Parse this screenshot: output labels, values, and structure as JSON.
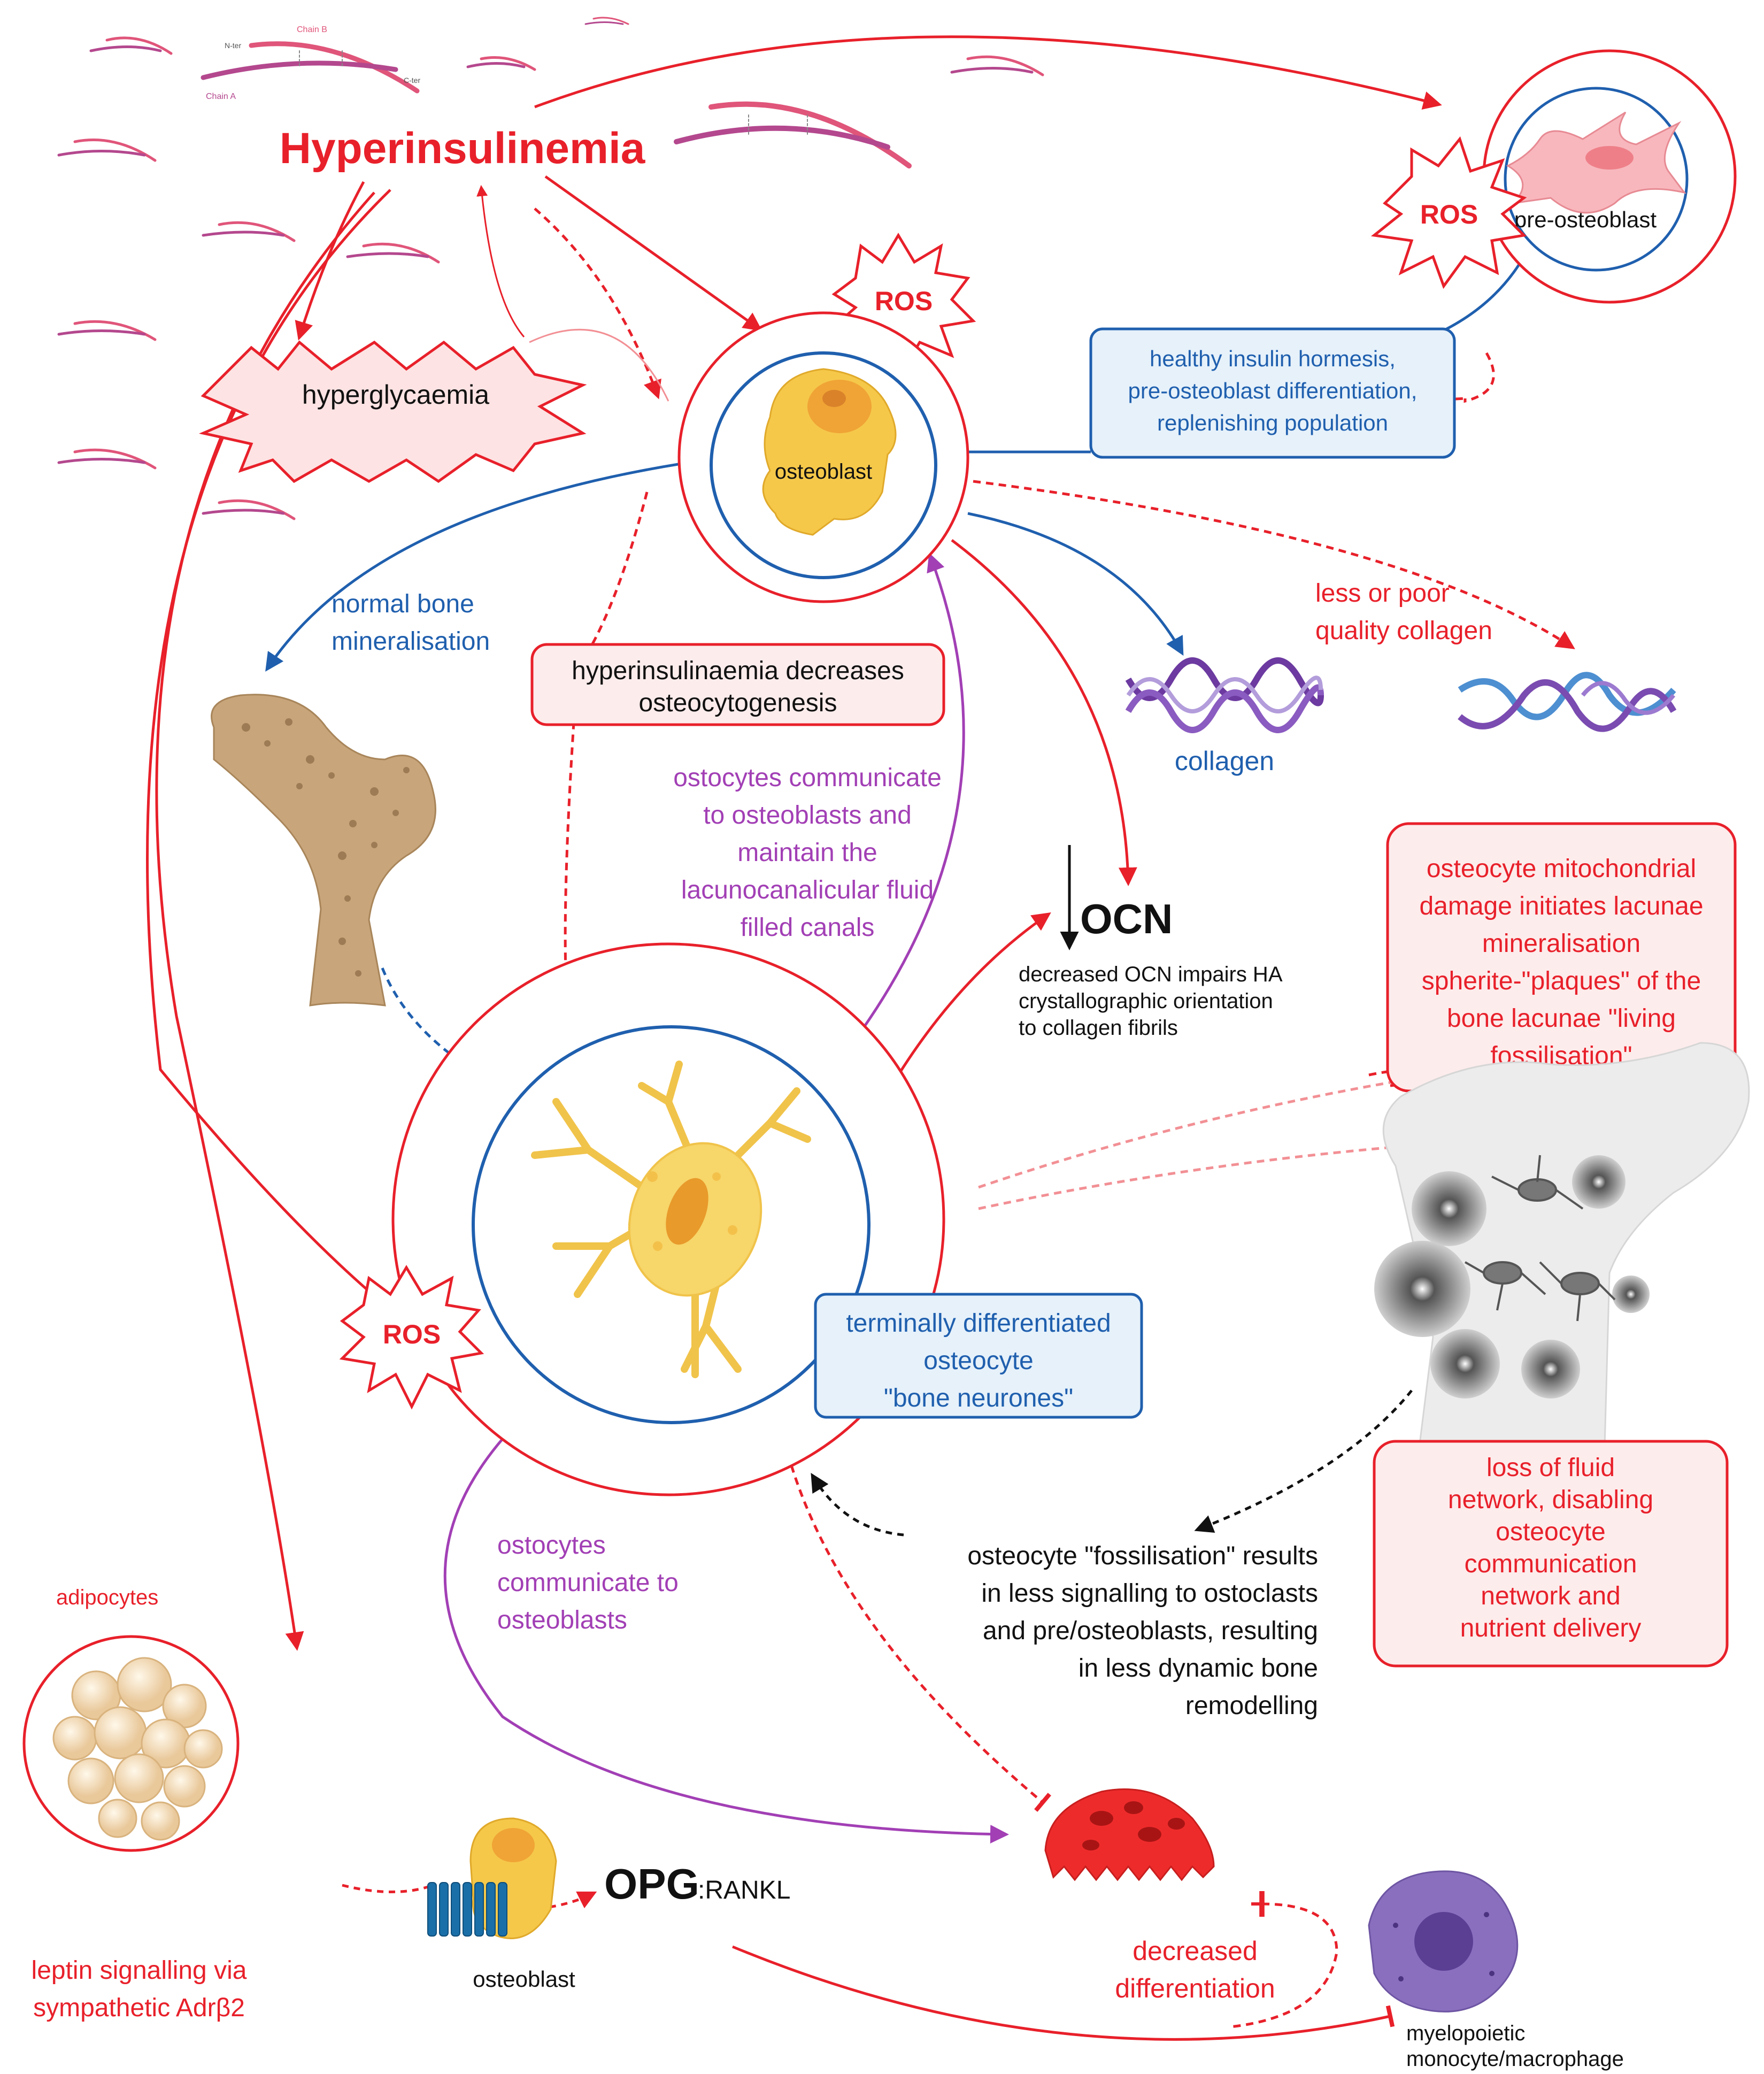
{
  "colors": {
    "red": "#e8202a",
    "blue": "#1f5fae",
    "purple": "#a23fb5",
    "black": "#111111",
    "osteoblast_yellow": "#f5c84a",
    "osteocyte_yellow": "#f7d66a",
    "nucleus_orange": "#e89a2a",
    "preosteoblast_pink": "#f8b7bd",
    "box_red_fill": "#fdecec",
    "box_blue_fill": "#e6f1fa",
    "bone_tan": "#c8a57a",
    "adipocyte": "#f6dfb8",
    "osteoclast_red": "#ee2b2b",
    "macrophage_purple": "#8a6fbf",
    "receptor_blue": "#1a6fa8"
  },
  "title": "Hyperinsulinemia",
  "insulin_molecule": {
    "chain_b": "Chain B",
    "chain_a": "Chain A",
    "n_ter": "N-ter",
    "c_ter": "C-ter"
  },
  "ros_label": "ROS",
  "hyperglycaemia": "hyperglycaemia",
  "pre_osteoblast": "pre-osteoblast",
  "osteoblast": "osteoblast",
  "healthy_insulin_box": [
    "healthy insulin hormesis,",
    "pre-osteoblast differentiation,",
    "replenishing population"
  ],
  "normal_bone": [
    "normal bone",
    "mineralisation"
  ],
  "hyperinsulinaemia_box": [
    "hyperinsulinaemia decreases",
    "osteocytogenesis"
  ],
  "less_collagen": [
    "less or poor",
    "quality collagen"
  ],
  "collagen": "collagen",
  "osteocytes_communicate_top": [
    "ostocytes communicate",
    "to osteoblasts and",
    "maintain the",
    "lacunocanalicular fluid",
    "filled canals"
  ],
  "ocn": "OCN",
  "ocn_text": [
    "decreased OCN impairs HA",
    "crystallographic orientation",
    "to collagen fibrils"
  ],
  "mitochondrial_box": [
    "osteocyte mitochondrial",
    "damage initiates lacunae",
    "mineralisation",
    "spherite-\"plaques\" of the",
    "bone lacunae \"living",
    "fossilisation\""
  ],
  "terminal_box": [
    "terminally differentiated",
    "osteocyte",
    "\"bone neurones\""
  ],
  "loss_fluid_box": [
    "loss of fluid",
    "network, disabling",
    "osteocyte",
    "communication",
    "network and",
    "nutrient delivery"
  ],
  "fossilisation_text": [
    "osteocyte \"fossilisation\" results",
    "in less signalling to ostoclasts",
    "and pre/osteoblasts, resulting",
    "in less dynamic bone",
    "remodelling"
  ],
  "osteocytes_communicate_bottom": [
    "ostocytes",
    "communicate to",
    "osteoblasts"
  ],
  "adipocytes": "adipocytes",
  "leptin": [
    "leptin signalling via",
    "sympathetic  Adrβ2"
  ],
  "osteoblast_bottom": "osteoblast",
  "opg": "OPG",
  "rankl": ":RANKL",
  "decreased_diff": [
    "decreased",
    "differentiation"
  ],
  "myelopoietic": [
    "myelopoietic",
    "monocyte/macrophage"
  ]
}
